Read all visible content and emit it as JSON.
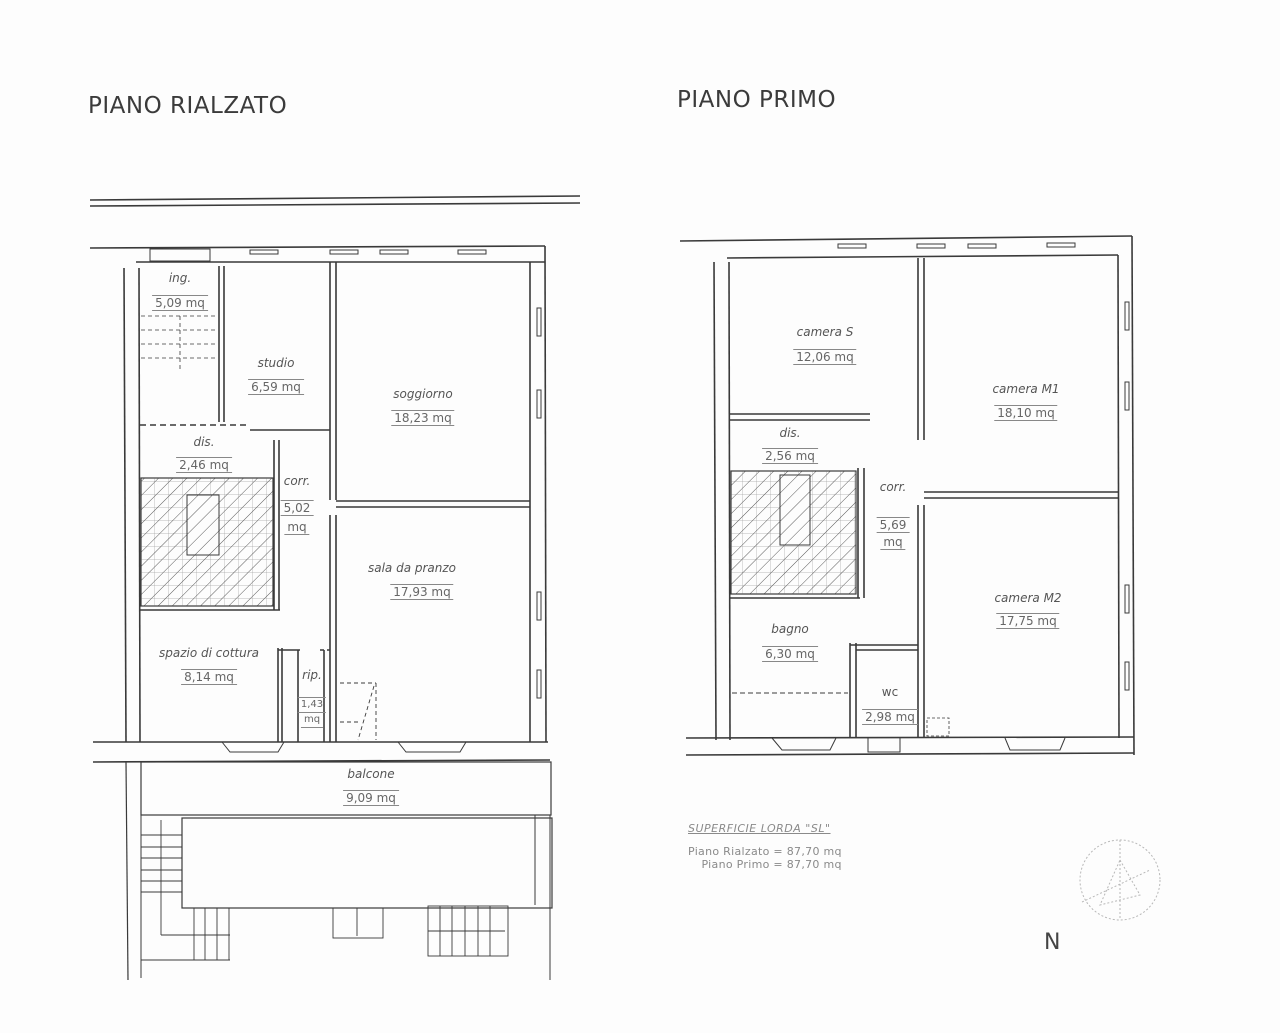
{
  "plans": [
    {
      "title": "PIANO RIALZATO",
      "rooms": [
        {
          "name": "ing.",
          "area": "5,09 mq"
        },
        {
          "name": "studio",
          "area": "6,59 mq"
        },
        {
          "name": "soggiorno",
          "area": "18,23 mq"
        },
        {
          "name": "dis.",
          "area": "2,46 mq"
        },
        {
          "name": "corr.",
          "area": "5,02",
          "area_unit": "mq"
        },
        {
          "name": "sala da pranzo",
          "area": "17,93 mq"
        },
        {
          "name": "spazio di cottura",
          "area": "8,14 mq"
        },
        {
          "name": "rip.",
          "area": "1,43",
          "area_unit": "mq"
        },
        {
          "name": "balcone",
          "area": "9,09 mq"
        }
      ]
    },
    {
      "title": "PIANO PRIMO",
      "rooms": [
        {
          "name": "camera S",
          "area": "12,06 mq"
        },
        {
          "name": "camera M1",
          "area": "18,10 mq"
        },
        {
          "name": "dis.",
          "area": "2,56 mq"
        },
        {
          "name": "corr.",
          "area": "5,69",
          "area_unit": "mq"
        },
        {
          "name": "camera M2",
          "area": "17,75 mq"
        },
        {
          "name": "bagno",
          "area": "6,30 mq"
        },
        {
          "name": "wc",
          "area": "2,98 mq"
        }
      ]
    }
  ],
  "legend": {
    "title": "SUPERFICIE LORDA \"SL\"",
    "rows": [
      "Piano Rialzato = 87,70 mq",
      "Piano Primo = 87,70 mq"
    ]
  },
  "north_label": "N",
  "colors": {
    "line": "#3a3a3a",
    "hatch": "#5a5a5a",
    "paper": "#fdfdfd"
  }
}
